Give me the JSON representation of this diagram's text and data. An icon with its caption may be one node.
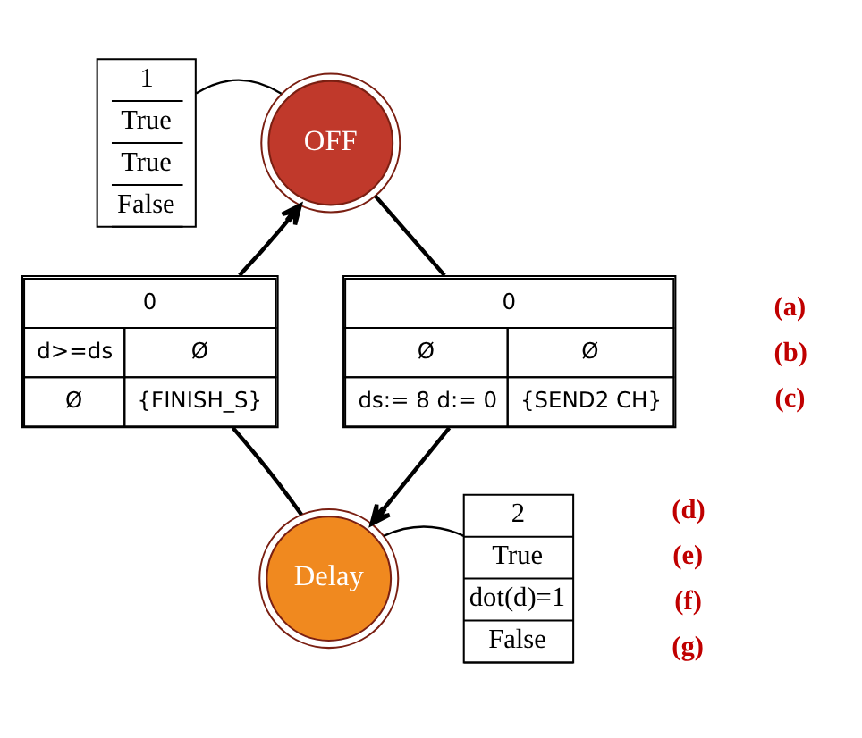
{
  "diagram": {
    "nodes": [
      {
        "text": [
          "OFF"
        ]
      },
      {
        "text": [
          "Delay"
        ]
      },
      {
        "text": [
          "1",
          "True",
          "True",
          "False"
        ]
      },
      {
        "text": [
          "2",
          "True",
          "dot(d)=1",
          "False"
        ]
      },
      {
        "text": [
          "0",
          "Ø",
          "Ø",
          "ds:= 8 d:= 0",
          "{SEND2 CH}"
        ]
      },
      {
        "text": [
          "0",
          "d>=ds",
          "Ø",
          "Ø",
          "{FINISH_S}"
        ]
      }
    ],
    "edges": [
      {
        "from": 0,
        "to": 4,
        "arrow": "none"
      },
      {
        "from": 4,
        "to": 1,
        "arrow": "to"
      },
      {
        "from": 1,
        "to": 5,
        "arrow": "none"
      },
      {
        "from": 5,
        "to": 0,
        "arrow": "to"
      },
      {
        "from": 2,
        "to": 0,
        "arrow": "none"
      },
      {
        "from": 3,
        "to": 1,
        "arrow": "none"
      }
    ],
    "labels": [
      "(a)",
      "(b)",
      "(c)",
      "(d)",
      "(e)",
      "(f)",
      "(g)"
    ]
  }
}
